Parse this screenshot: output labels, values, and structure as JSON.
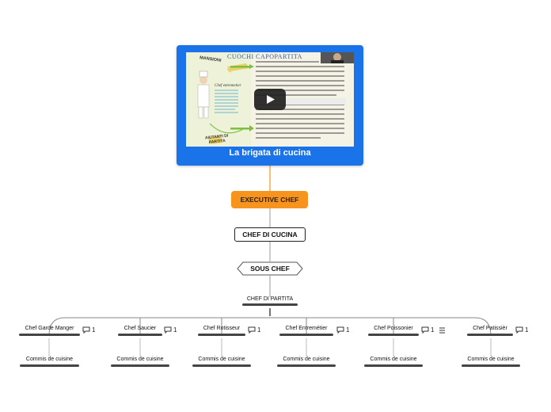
{
  "root": {
    "title": "La brigata di cucina",
    "video": {
      "heading": "CUOCHI CAPOPARTITA",
      "label_left": "MANSIONI",
      "label_figure": "Chef entremetier",
      "label_bottom": "AIUTANTI DI PARTITA",
      "play_icon": "play-icon"
    }
  },
  "executive_chef": {
    "label": "EXECUTIVE CHEF",
    "color": "#f7941d"
  },
  "chef_di_cucina": {
    "label": "CHEF DI CUCINA"
  },
  "sous_chef": {
    "label": "SOUS CHEF"
  },
  "chef_di_partita": {
    "label": "CHEF DI PARTITA"
  },
  "stations": [
    {
      "label": "Chef Garde Manger",
      "comments": "1",
      "child": "Commis de cuisine"
    },
    {
      "label": "Chef Saucier",
      "comments": "1",
      "child": "Commis de cuisine"
    },
    {
      "label": "Chef Rotisseur",
      "comments": "1",
      "child": "Commis de cuisine"
    },
    {
      "label": "Chef Entremétier",
      "comments": "1",
      "child": "Commis de cuisine"
    },
    {
      "label": "Chef Poissonier",
      "comments": "1",
      "child": "Commis de cuisine",
      "has_notes": true
    },
    {
      "label": "Chef Patissièr",
      "comments": "1",
      "child": "Commis de cuisine"
    }
  ],
  "icons": {
    "comment": "comment-icon",
    "notes": "notes-icon"
  }
}
